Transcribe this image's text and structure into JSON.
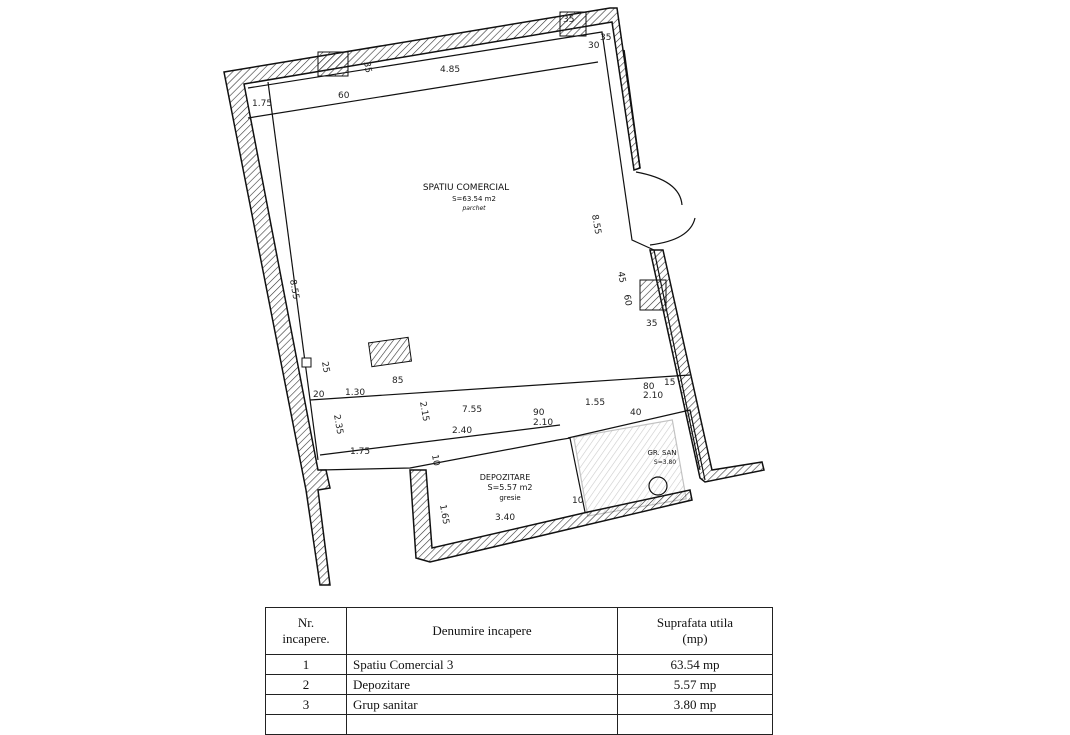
{
  "plan": {
    "rooms": [
      {
        "name": "SPATIU COMERCIAL",
        "area": "S=63.54 m2",
        "finish": "parchet"
      },
      {
        "name": "DEPOZITARE",
        "area": "S=5.57 m2",
        "finish": "gresie"
      },
      {
        "name": "GR. SAN",
        "area": "S=3.80"
      }
    ],
    "dimensions": {
      "top_total": "4.85",
      "top_left": "1.75",
      "top_pier": "60",
      "left_height": "8.55",
      "right_height": "8.55",
      "mid_total": "7.55",
      "mid_left": "1.30",
      "mid_pier": "85",
      "mid_edge": "20",
      "mid_small": "25",
      "mid_depth": "2.15",
      "low_left": "2.35",
      "low_width": "2.40",
      "low_right": "1.55",
      "door_w": "90",
      "door_h": "2.10",
      "wc_door_w": "80",
      "wc_door_h": "2.10",
      "bottom_left": "1.75",
      "dep_width": "3.40",
      "dep_height": "1.65",
      "dep_edge": "10",
      "dep_edge2": "10",
      "right_a": "45",
      "right_b": "60",
      "right_c": "35",
      "top_right_a": "35",
      "top_right_b": "30",
      "top_right_c": "35",
      "right_d": "15",
      "col_a": "35",
      "wc_a": "40"
    }
  },
  "table": {
    "headers": [
      "Nr. incapere.",
      "Denumire incapere",
      "Suprafata utila (mp)"
    ],
    "header_lines": {
      "nr": [
        "Nr.",
        "incapere."
      ],
      "area": [
        "Suprafata utila",
        "(mp)"
      ]
    },
    "rows": [
      {
        "nr": "1",
        "name": "Spatiu Comercial 3",
        "area": "63.54 mp"
      },
      {
        "nr": "2",
        "name": "Depozitare",
        "area": "5.57 mp"
      },
      {
        "nr": "3",
        "name": "Grup sanitar",
        "area": "3.80 mp"
      }
    ]
  }
}
